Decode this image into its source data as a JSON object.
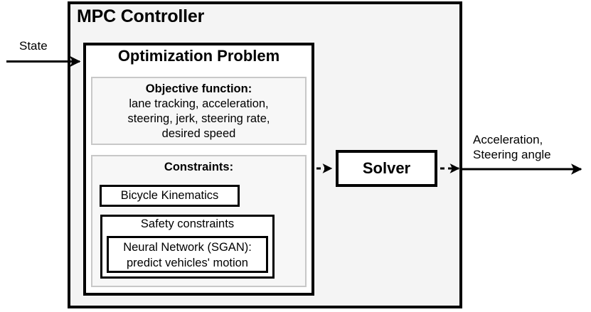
{
  "diagram": {
    "title": "MPC Controller",
    "background_color": "#ffffff",
    "container_fill": "#f4f4f4",
    "line_color": "#000000",
    "subbox_border_color": "#c8c8c8"
  },
  "inputs": {
    "state_label": "State"
  },
  "outputs": {
    "line1": "Acceleration,",
    "line2": "Steering angle"
  },
  "optimization": {
    "title": "Optimization Problem",
    "objective": {
      "heading": "Objective function:",
      "line1": "lane tracking, acceleration,",
      "line2": "steering, jerk, steering rate,",
      "line3": "desired speed"
    },
    "constraints": {
      "heading": "Constraints:",
      "bicycle": "Bicycle Kinematics",
      "safety": {
        "label": "Safety constraints",
        "neural_network": {
          "line1": "Neural Network (SGAN):",
          "line2": "predict vehicles' motion"
        }
      }
    }
  },
  "solver": {
    "label": "Solver"
  }
}
